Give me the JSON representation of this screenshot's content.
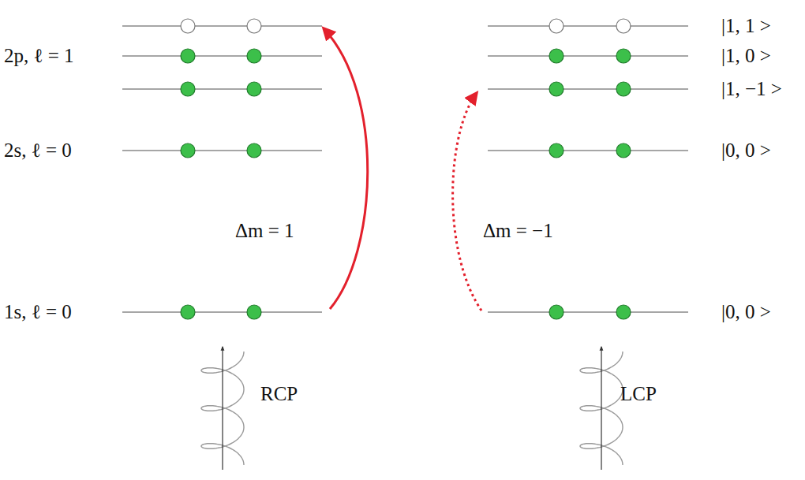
{
  "diagram": {
    "labels": [
      "2p, ℓ = 1",
      "2s, ℓ = 0",
      "1s, ℓ = 0",
      "Δm = 1",
      "Δm = −1",
      "RCP",
      "LCP",
      "|1, 1 >",
      "|1, 0 >",
      "|1, −1 >",
      "|0, 0 >",
      "|0, 0 >"
    ]
  }
}
